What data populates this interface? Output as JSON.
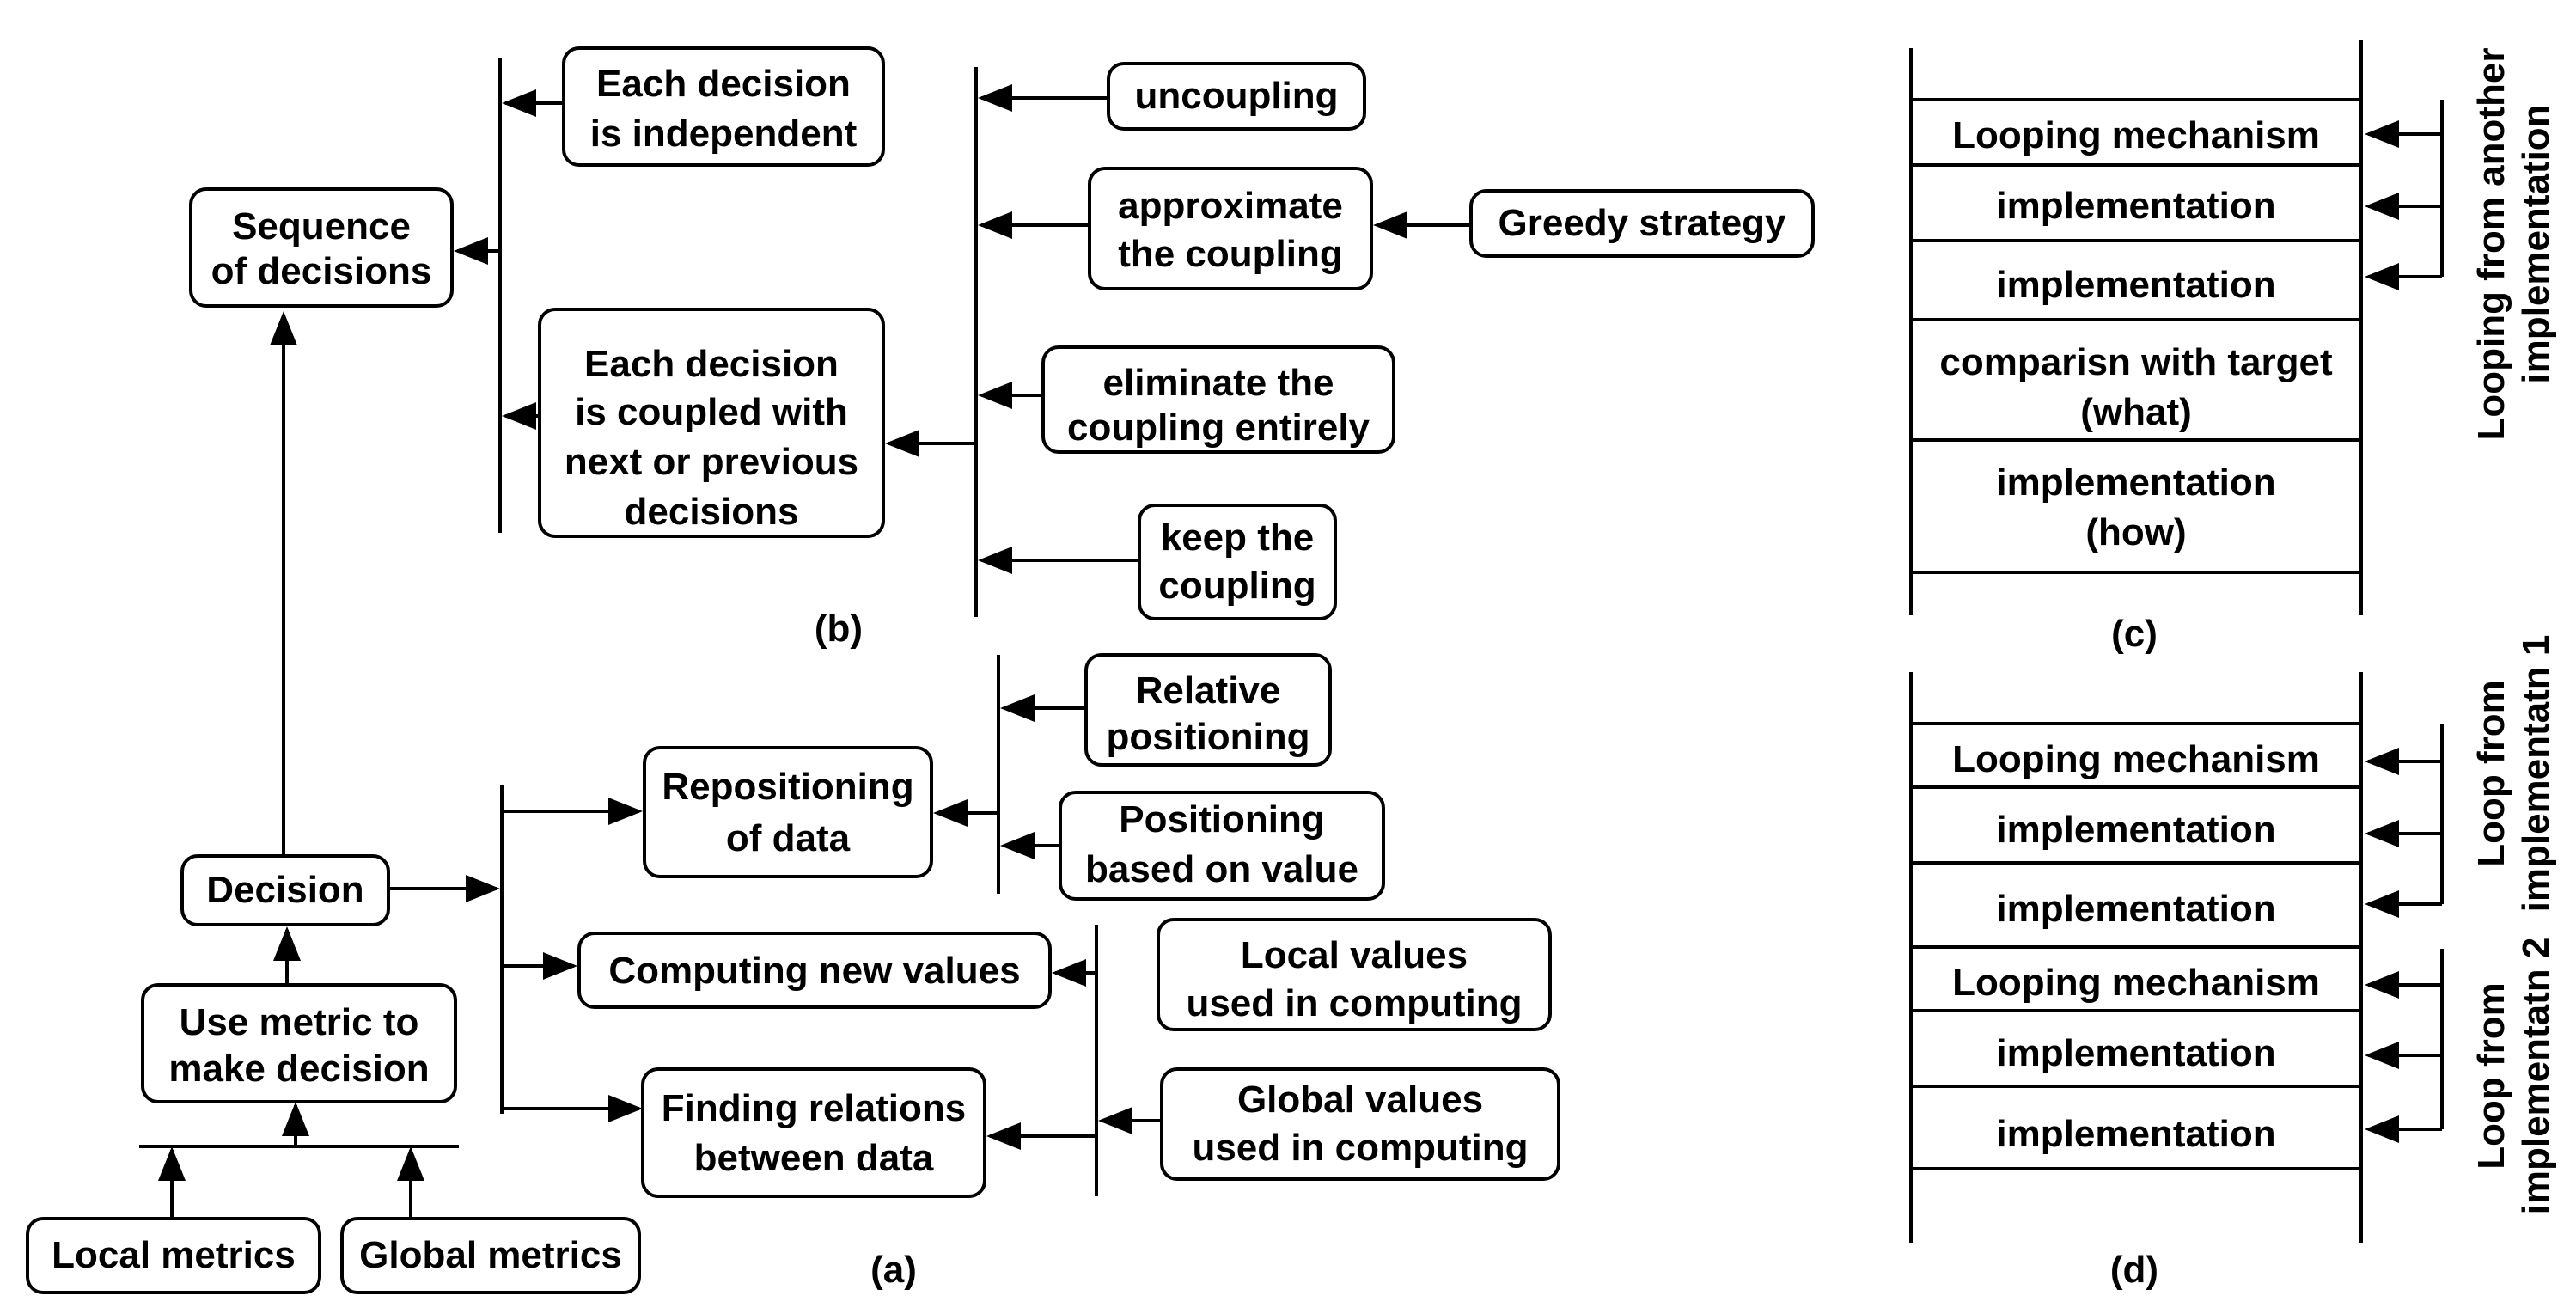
{
  "panel_a": {
    "caption": "(a)",
    "local_metrics": "Local metrics",
    "global_metrics": "Global metrics",
    "use_metric": [
      "Use metric to",
      "make decision"
    ],
    "decision": "Decision",
    "repositioning": [
      "Repositioning",
      "of data"
    ],
    "relative_positioning": [
      "Relative",
      "positioning"
    ],
    "positioning_value": [
      "Positioning",
      "based on value"
    ],
    "computing_new": "Computing new values",
    "finding_relations": [
      "Finding relations",
      "between data"
    ],
    "local_values": [
      "Local values",
      "used in computing"
    ],
    "global_values": [
      "Global values",
      "used in computing"
    ]
  },
  "panel_b": {
    "caption": "(b)",
    "sequence": [
      "Sequence",
      "of decisions"
    ],
    "independent": [
      "Each decision",
      "is independent"
    ],
    "coupled": [
      "Each decision",
      "is coupled with",
      "next or previous",
      "decisions"
    ],
    "uncoupling": "uncoupling",
    "approximate": [
      "approximate",
      "the coupling"
    ],
    "greedy": "Greedy strategy",
    "eliminate": [
      "eliminate the",
      "coupling entirely"
    ],
    "keep": [
      "keep the",
      "coupling"
    ]
  },
  "panel_c": {
    "caption": "(c)",
    "rows": [
      [
        "Looping mechanism"
      ],
      [
        "implementation"
      ],
      [
        "implementation"
      ],
      [
        "comparisn with target",
        "(what)"
      ],
      [
        "implementation",
        "(how)"
      ]
    ],
    "side_label": [
      "Looping from another",
      "implementation"
    ]
  },
  "panel_d": {
    "caption": "(d)",
    "rows": [
      "Looping mechanism",
      "implementation",
      "implementation",
      "Looping mechanism",
      "implementation",
      "implementation"
    ],
    "side_label_1": [
      "Loop from",
      "implementatn 1"
    ],
    "side_label_2": [
      "Loop from",
      "implementatn 2"
    ]
  }
}
